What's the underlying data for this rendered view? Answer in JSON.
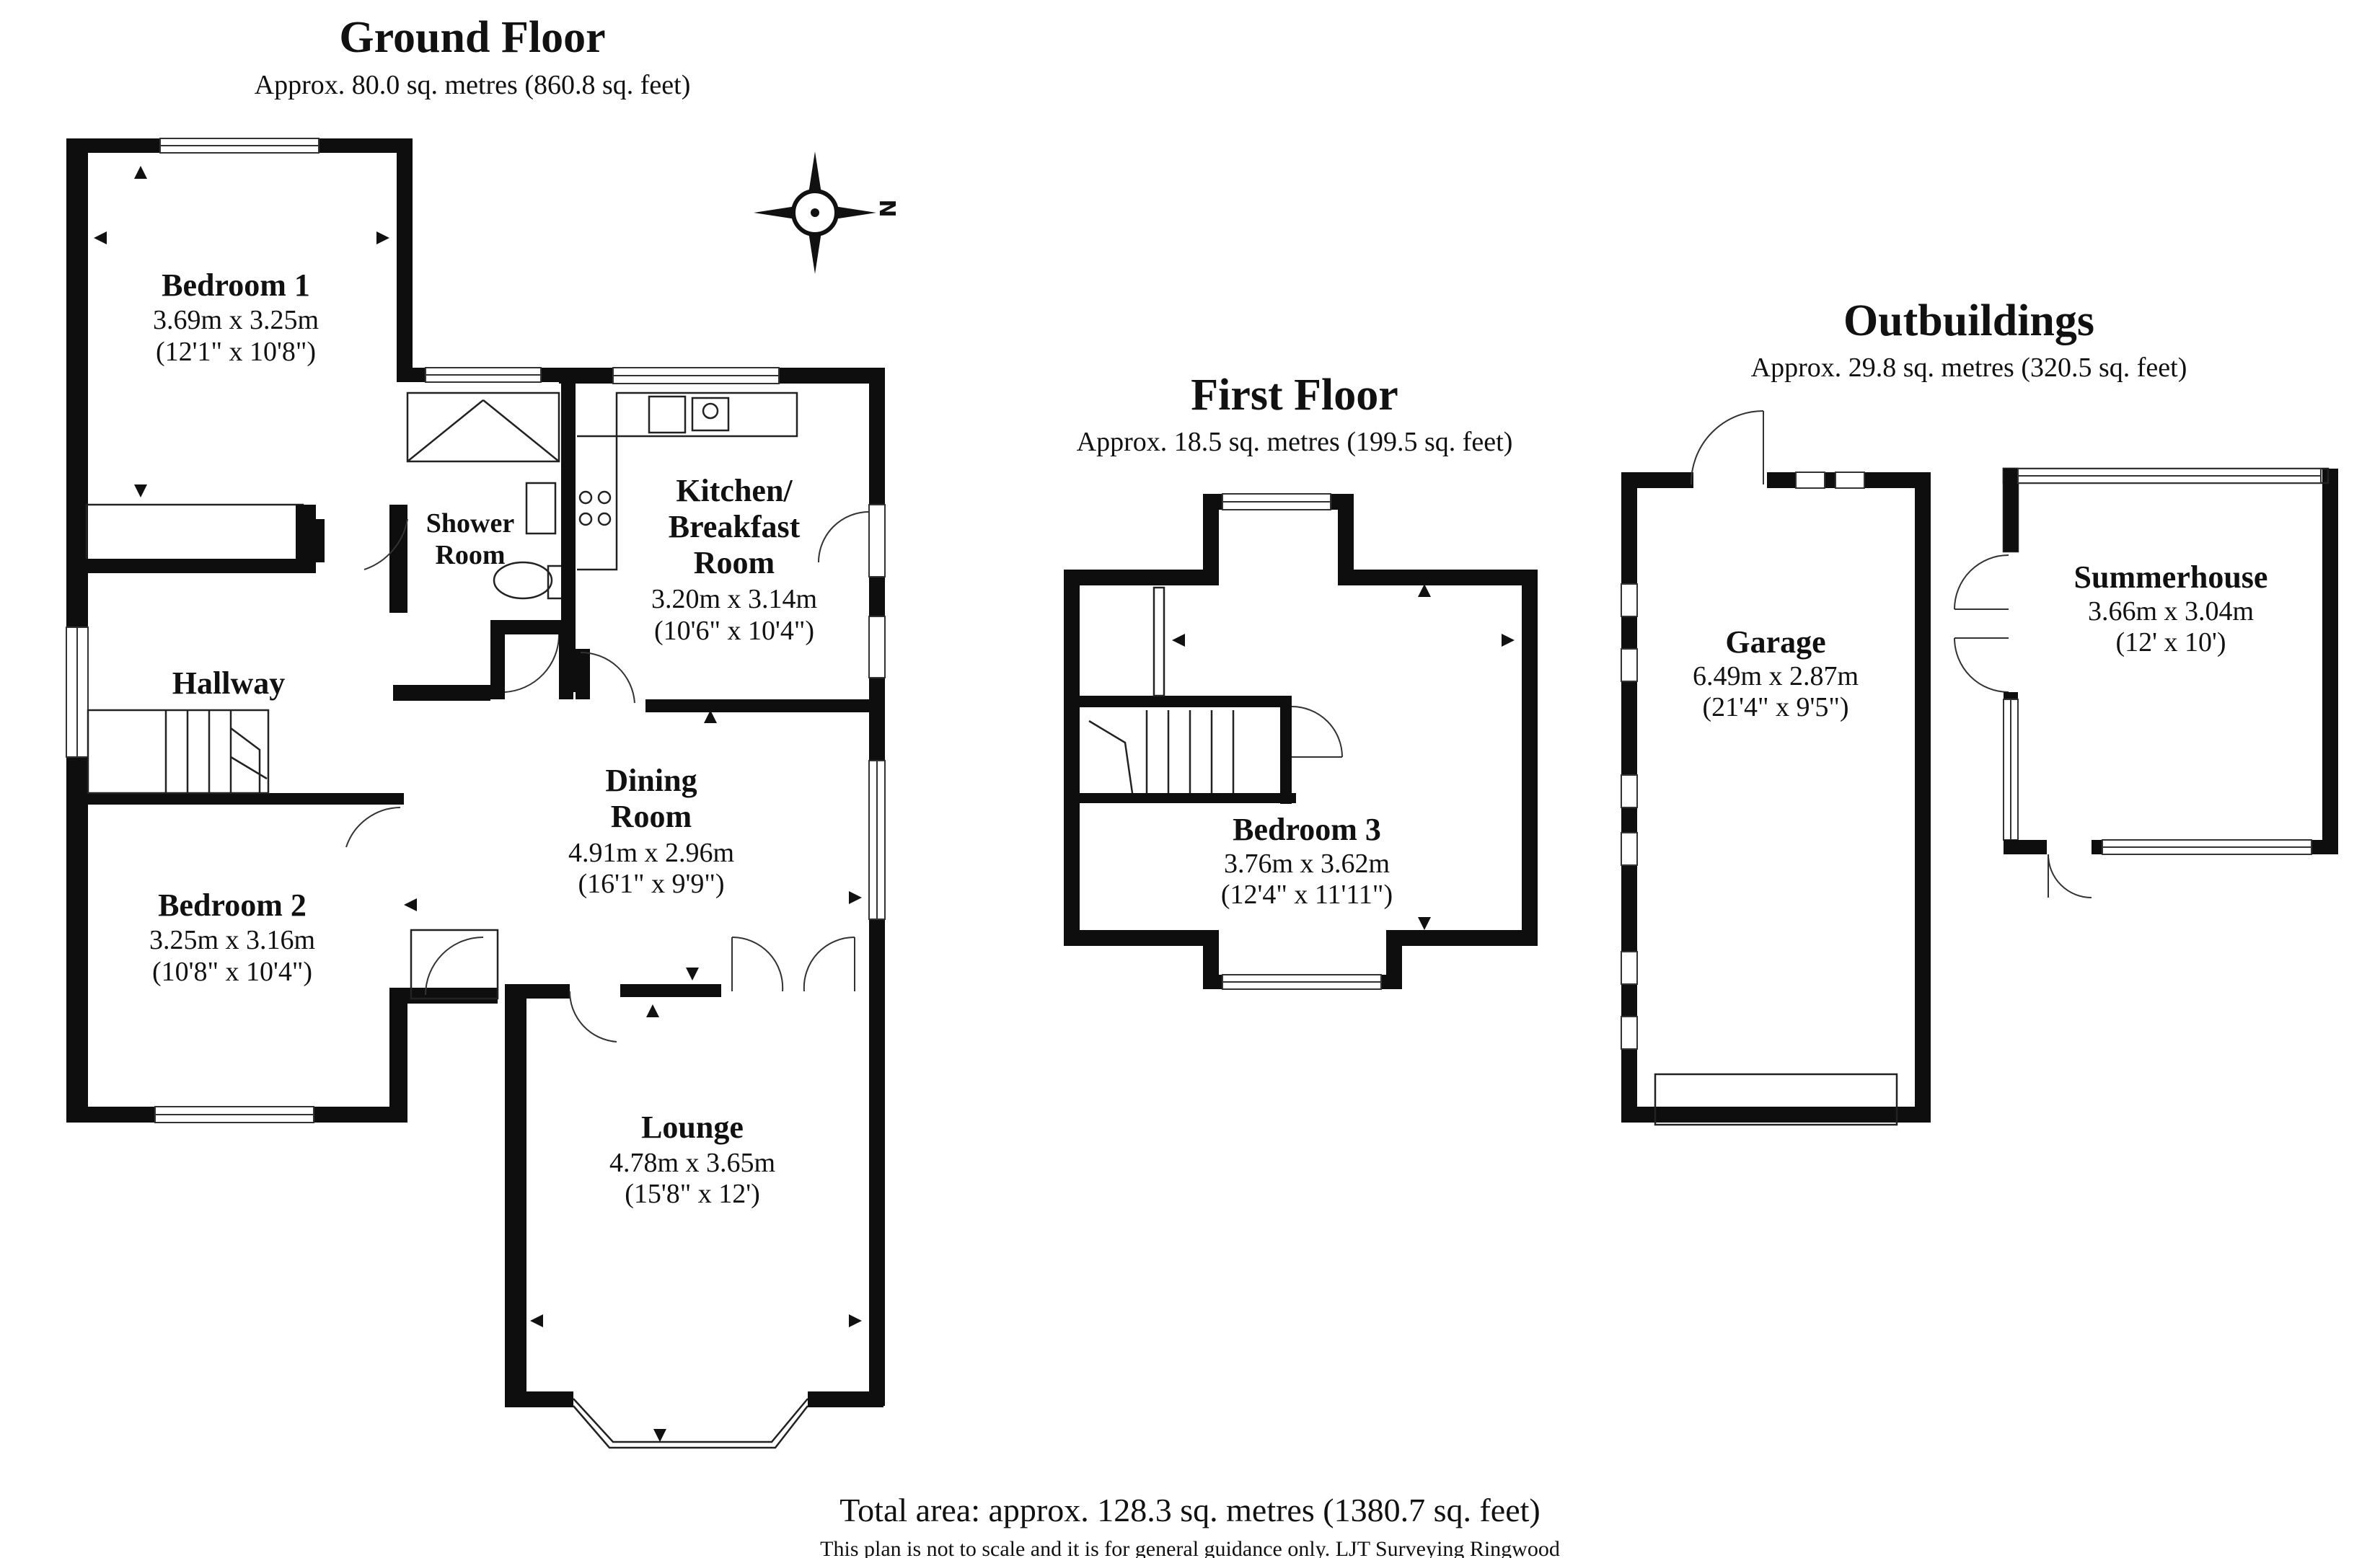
{
  "ground_floor": {
    "title": "Ground Floor",
    "area": "Approx. 80.0 sq. metres (860.8 sq. feet)",
    "rooms": {
      "bedroom1": {
        "name": "Bedroom 1",
        "metric": "3.69m x 3.25m",
        "imperial": "(12'1\" x 10'8\")"
      },
      "bedroom2": {
        "name": "Bedroom 2",
        "metric": "3.25m x 3.16m",
        "imperial": "(10'8\" x 10'4\")"
      },
      "hallway": {
        "name": "Hallway"
      },
      "shower": {
        "line1": "Shower",
        "line2": "Room"
      },
      "kitchen": {
        "line1": "Kitchen/",
        "line2": "Breakfast",
        "line3": "Room",
        "metric": "3.20m x 3.14m",
        "imperial": "(10'6\" x 10'4\")"
      },
      "dining": {
        "line1": "Dining",
        "line2": "Room",
        "metric": "4.91m x 2.96m",
        "imperial": "(16'1\" x 9'9\")"
      },
      "lounge": {
        "name": "Lounge",
        "metric": "4.78m x 3.65m",
        "imperial": "(15'8\" x 12')"
      }
    }
  },
  "compass": {
    "north_label": "N"
  },
  "first_floor": {
    "title": "First Floor",
    "area": "Approx. 18.5 sq. metres (199.5 sq. feet)",
    "rooms": {
      "bedroom3": {
        "name": "Bedroom 3",
        "metric": "3.76m x 3.62m",
        "imperial": "(12'4\" x 11'11\")"
      }
    }
  },
  "outbuildings": {
    "title": "Outbuildings",
    "area": "Approx. 29.8 sq. metres (320.5 sq. feet)",
    "rooms": {
      "garage": {
        "name": "Garage",
        "metric": "6.49m x 2.87m",
        "imperial": "(21'4\" x 9'5\")"
      },
      "summerhouse": {
        "name": "Summerhouse",
        "metric": "3.66m x 3.04m",
        "imperial": "(12' x 10')"
      }
    }
  },
  "footer": {
    "total": "Total area: approx. 128.3 sq. metres (1380.7 sq. feet)",
    "disclaimer": "This plan is not to scale and it is for general guidance only. LJT Surveying Ringwood"
  }
}
